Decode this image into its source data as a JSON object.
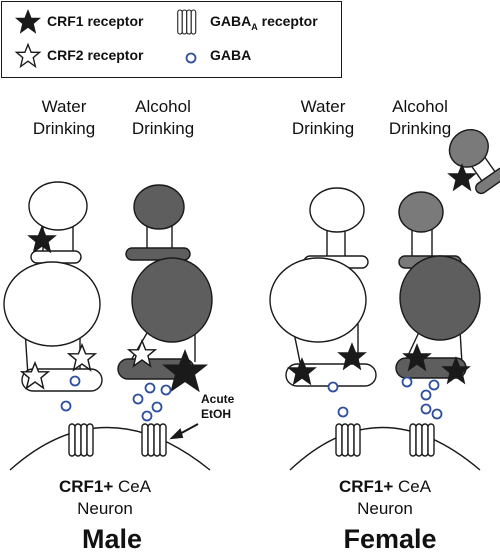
{
  "legend": {
    "crf1_label": "CRF1 receptor",
    "crf2_label": "CRF2 receptor",
    "gaba_a_label_main": "GABA",
    "gaba_a_label_sub": "A",
    "gaba_a_label_suffix": " receptor",
    "gaba_label": "GABA"
  },
  "columns": {
    "male_water": [
      "Water",
      "Drinking"
    ],
    "male_alcohol": [
      "Alcohol",
      "Drinking"
    ],
    "female_water": [
      "Water",
      "Drinking"
    ],
    "female_alcohol": [
      "Alcohol",
      "Drinking"
    ]
  },
  "annotation": {
    "line1": "Acute",
    "line2": "EtOH"
  },
  "neuron": {
    "bold": "CRF1+",
    "rest": " CeA",
    "line2": "Neuron"
  },
  "sexes": {
    "male": "Male",
    "female": "Female"
  },
  "colors": {
    "outline": "#1a1a1a",
    "light_fill": "#ffffff",
    "mid_gray": "#7a7a7a",
    "dark_gray": "#5e5e5e",
    "gaba_blue": "#2e4fa0"
  }
}
